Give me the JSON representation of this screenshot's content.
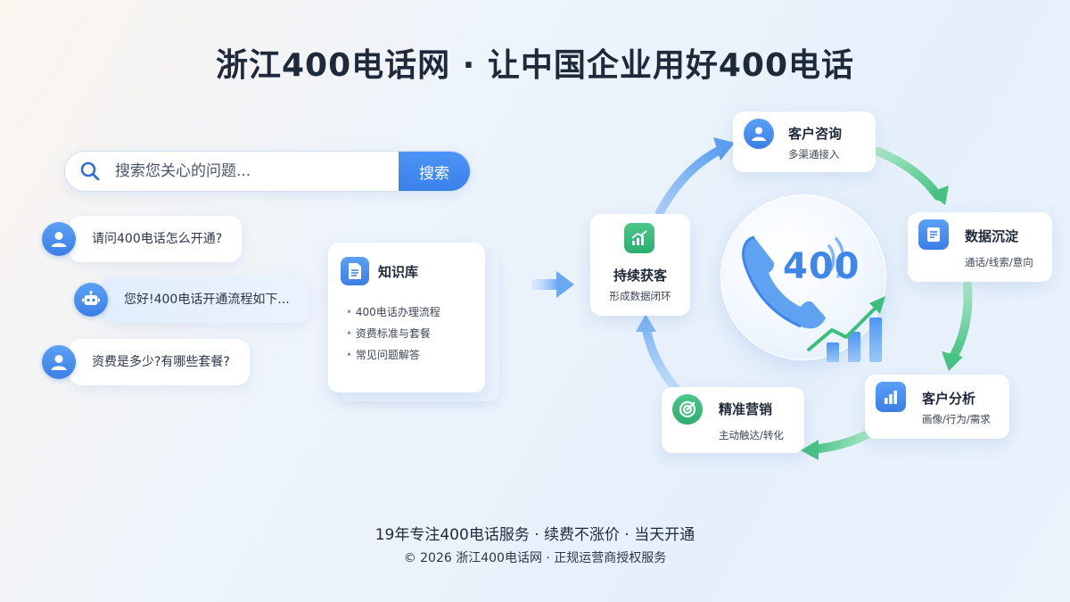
{
  "header": {
    "title": "浙江400电话网 · 让中国企业用好400电话"
  },
  "search": {
    "placeholder": "搜索您关心的问题...",
    "button_label": "搜索"
  },
  "chat": [
    {
      "role": "user",
      "text": "请问400电话怎么开通?"
    },
    {
      "role": "bot",
      "text": "您好!400电话开通流程如下..."
    },
    {
      "role": "user",
      "text": "资费是多少?有哪些套餐?"
    }
  ],
  "knowledge_base": {
    "title": "知识库",
    "items": [
      "400电话办理流程",
      "资费标准与套餐",
      "常见问题解答"
    ]
  },
  "cycle": {
    "center_label": "400",
    "nodes": [
      {
        "id": "consult",
        "title": "客户咨询",
        "subtitle": "多渠通接入",
        "icon": "user-icon"
      },
      {
        "id": "data",
        "title": "数据沉淀",
        "subtitle": "通话/线索/意向",
        "icon": "document-icon"
      },
      {
        "id": "analysis",
        "title": "客户分析",
        "subtitle": "画像/行为/需求",
        "icon": "bar-chart-icon"
      },
      {
        "id": "marketing",
        "title": "精准营销",
        "subtitle": "主动触达/转化",
        "icon": "target-icon"
      },
      {
        "id": "growth",
        "title": "持续获客",
        "subtitle": "形成数据闭环",
        "icon": "growth-chart-icon"
      }
    ]
  },
  "footer": {
    "tagline": "19年专注400电话服务 · 续费不涨价 · 当天开通",
    "copyright": "© 2026 浙江400电话网 · 正规运营商授权服务"
  },
  "colors": {
    "accent_blue": "#3b7fe6",
    "accent_green": "#2eae6e",
    "title": "#1e2a3a"
  }
}
